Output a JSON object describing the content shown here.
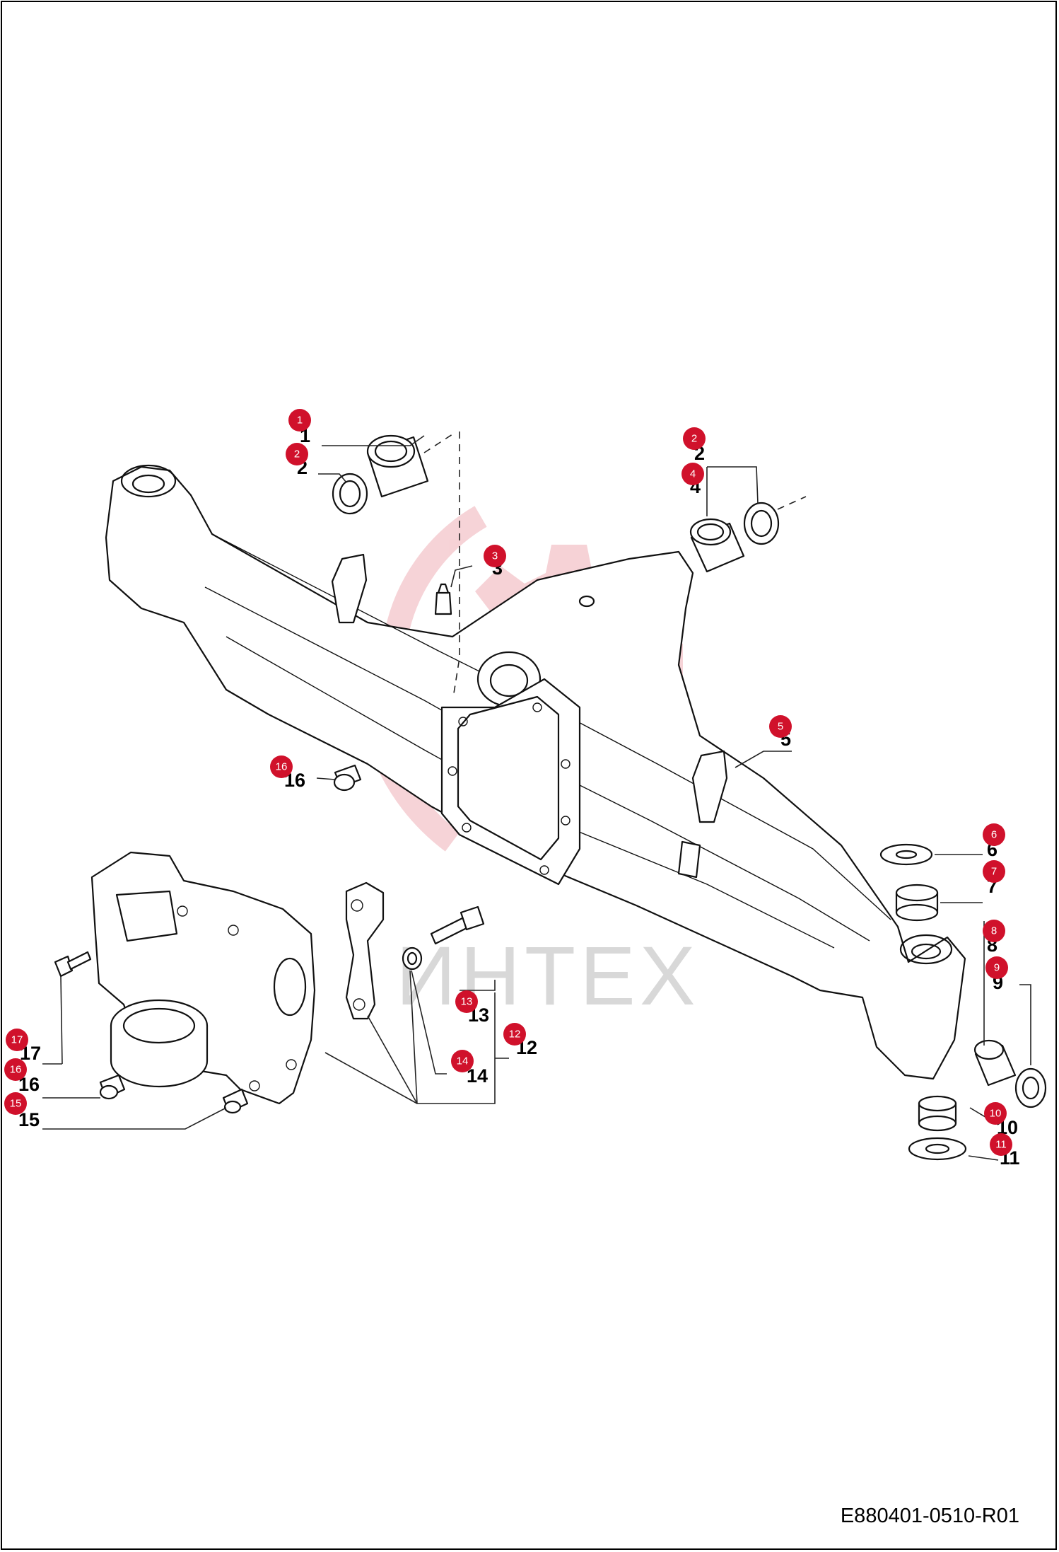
{
  "watermark_text": "ИНТЕХ",
  "document_id": "E880401-0510-R01",
  "callouts": [
    {
      "id": "c1",
      "label": "1",
      "badge": "1"
    },
    {
      "id": "c2a",
      "label": "2",
      "badge": "2"
    },
    {
      "id": "c2b",
      "label": "2",
      "badge": "2"
    },
    {
      "id": "c3",
      "label": "3",
      "badge": "3"
    },
    {
      "id": "c4",
      "label": "4",
      "badge": "4"
    },
    {
      "id": "c5",
      "label": "5",
      "badge": "5"
    },
    {
      "id": "c6",
      "label": "6",
      "badge": "6"
    },
    {
      "id": "c7",
      "label": "7",
      "badge": "7"
    },
    {
      "id": "c8",
      "label": "8",
      "badge": "8"
    },
    {
      "id": "c9",
      "label": "9",
      "badge": "9"
    },
    {
      "id": "c10",
      "label": "10",
      "badge": "10"
    },
    {
      "id": "c11",
      "label": "11",
      "badge": "11"
    },
    {
      "id": "c12",
      "label": "12",
      "badge": "12"
    },
    {
      "id": "c13",
      "label": "13",
      "badge": "13"
    },
    {
      "id": "c14",
      "label": "14",
      "badge": "14"
    },
    {
      "id": "c15",
      "label": "15",
      "badge": "15"
    },
    {
      "id": "c16a",
      "label": "16",
      "badge": "16"
    },
    {
      "id": "c16b",
      "label": "16",
      "badge": "16"
    },
    {
      "id": "c17",
      "label": "17",
      "badge": "17"
    }
  ],
  "colors": {
    "badge": "#d0112b",
    "watermark_gear": "#f3c4c9",
    "watermark_text": "#d8d8d8",
    "line": "#111111"
  }
}
